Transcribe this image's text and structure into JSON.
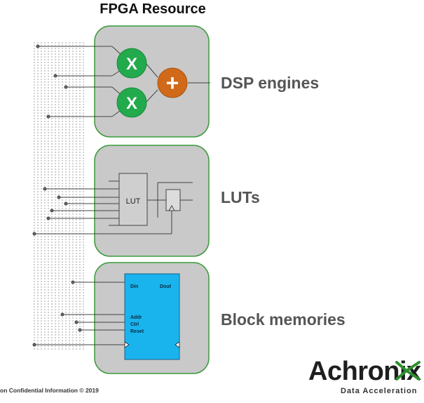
{
  "header": {
    "title": "FPGA Resource"
  },
  "sections": {
    "dsp": {
      "label": "DSP engines",
      "multiply_symbol": "X",
      "add_symbol": "+"
    },
    "luts": {
      "label": "LUTs",
      "lut_text": "LUT"
    },
    "memory": {
      "label": "Block memories",
      "din": "Din",
      "dout": "Dout",
      "addr": "Addr",
      "ctrl": "Ctrl",
      "reset": "Reset"
    }
  },
  "footer": {
    "confidential": "on Confidential Information © 2019"
  },
  "brand": {
    "name": "Achronix",
    "tagline": "Data Acceleration"
  },
  "colors": {
    "tile_fill": "#c9c9c9",
    "tile_border": "#3a9a3a",
    "multiplier": "#22aa4c",
    "adder": "#d06a1a",
    "memory_block": "#19b4ee",
    "brand_x": "#2e8f2e"
  }
}
